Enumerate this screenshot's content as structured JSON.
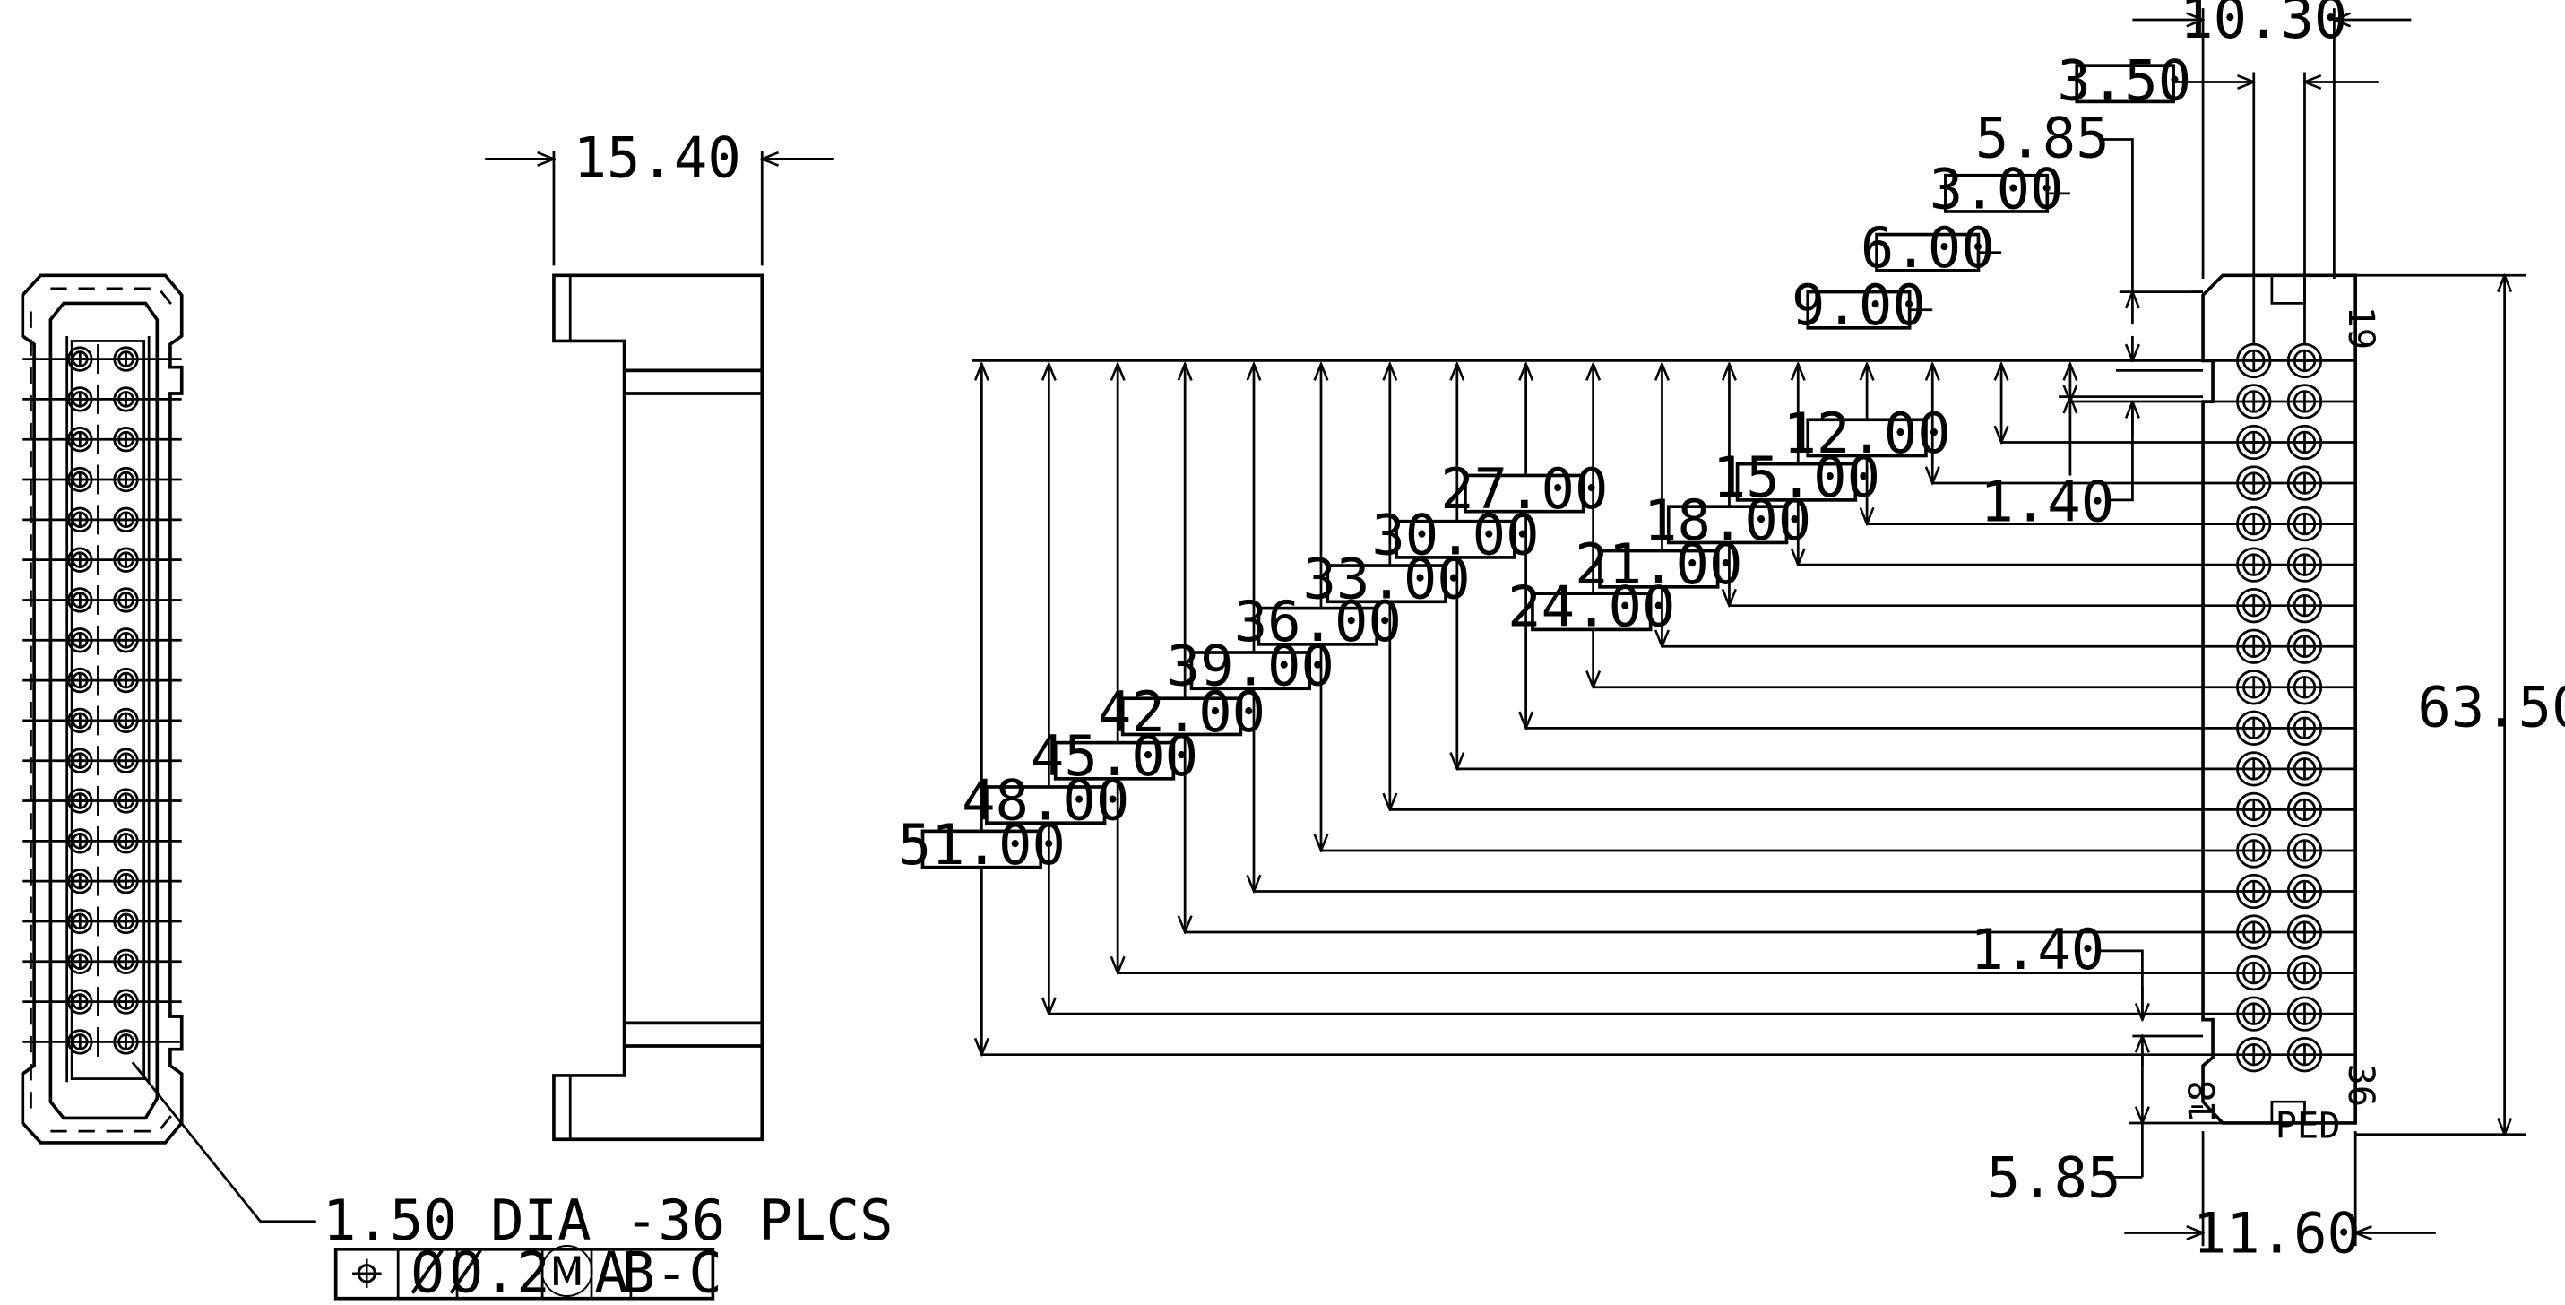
{
  "dimensions": {
    "side_width": "15.40",
    "top_width": "10.30",
    "pin_pitch": "3.50",
    "offset_top": "5.85",
    "offset_bottom": "5.85",
    "gap_top": "1.40",
    "gap_bottom": "1.40",
    "overall_height": "63.50",
    "base_width": "11.60",
    "row_offsets": [
      "3.00",
      "6.00",
      "9.00",
      "12.00",
      "15.00",
      "18.00",
      "21.00",
      "24.00",
      "27.00",
      "30.00",
      "33.00",
      "36.00",
      "39.00",
      "42.00",
      "45.00",
      "48.00",
      "51.00"
    ]
  },
  "pin_labels": {
    "p19": "19",
    "p18": "18",
    "p36": "36",
    "ped": "PED"
  },
  "callout": {
    "hole_note": "1.50 DIA -36 PLCS",
    "fcf": [
      "⌖",
      "Ø",
      "Ø.2",
      "Ⓜ",
      "A",
      "B-C"
    ]
  }
}
